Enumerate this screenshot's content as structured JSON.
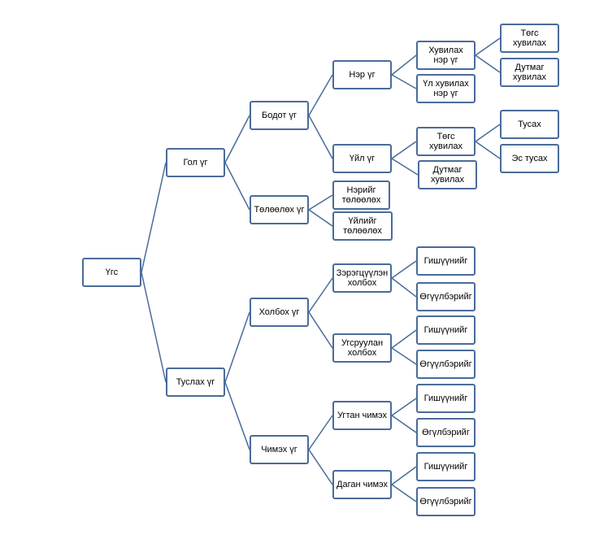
{
  "tree": {
    "root": "Үгс",
    "gol": "Гол үг",
    "tuslah": "Туслах үг",
    "bodot": "Бодот үг",
    "tuluulukh": "Төлөөлөх үг",
    "holboh": "Холбох үг",
    "chimekh": "Чимэх үг",
    "ner": "Нэр үг",
    "uil": "Үйл үг",
    "neriig_tul": "Нэрийг төлөөлөх",
    "uiliig_tul": "Үйлийг төлөөлөх",
    "zeregtsuulen": "Зэрэгцүүлэн холбох",
    "ugsruulan": "Угсруулан холбох",
    "ugtan": "Угтан чимэх",
    "dagan": "Даган чимэх",
    "huvilah_ner": "Хувилах нэр үг",
    "ul_huvilah": "Үл хувилах нэр үг",
    "tugs_huvilah_uil": "Төгс хувилах",
    "dutmag_huvilah_uil": "Дутмаг хувилах",
    "tugs_huvilah": "Төгс хувилах",
    "dutmag_huvilah": "Дутмаг хувилах",
    "tusah": "Тусах",
    "es_tusah": "Эс тусах",
    "z_gish": "Гишүүнийг",
    "z_ugul": "Өгүүлбэрийг",
    "u_gish": "Гишүүнийг",
    "u_ugul": "Өгүүлбэрийг",
    "ug_gish": "Гишүүнийг",
    "ug_ugul": "Өгүлбэрийг",
    "d_gish": "Гишүүнийг",
    "d_ugul": "Өгүүлбэрийг"
  }
}
